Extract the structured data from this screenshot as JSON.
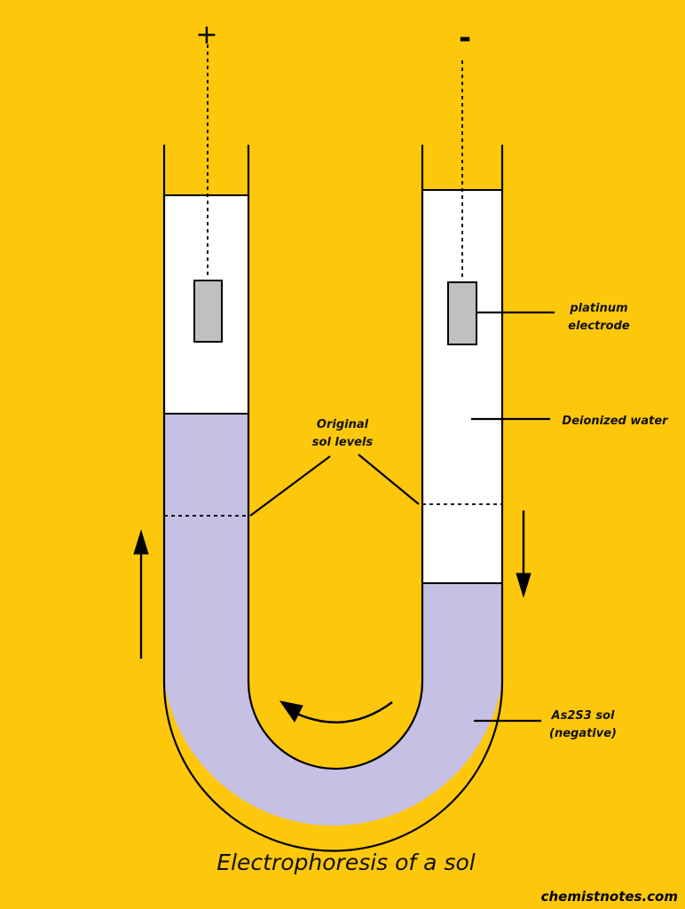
{
  "diagram": {
    "title": "Electrophoresis of a sol",
    "watermark": "chemistnotes.com",
    "left_terminal": "+",
    "right_terminal": "-",
    "labels": {
      "electrode_line1": "platinum",
      "electrode_line2": "electrode",
      "water": "Deionized water",
      "original_line1": "Original",
      "original_line2": "sol levels",
      "sol_line1": "As2S3 sol",
      "sol_line2": "(negative)"
    }
  },
  "colors": {
    "background": "#FDC70C",
    "sol": "#C6C0E4",
    "water": "#FFFFFF",
    "electrode": "#C0C0C0",
    "outline": "#000000"
  }
}
